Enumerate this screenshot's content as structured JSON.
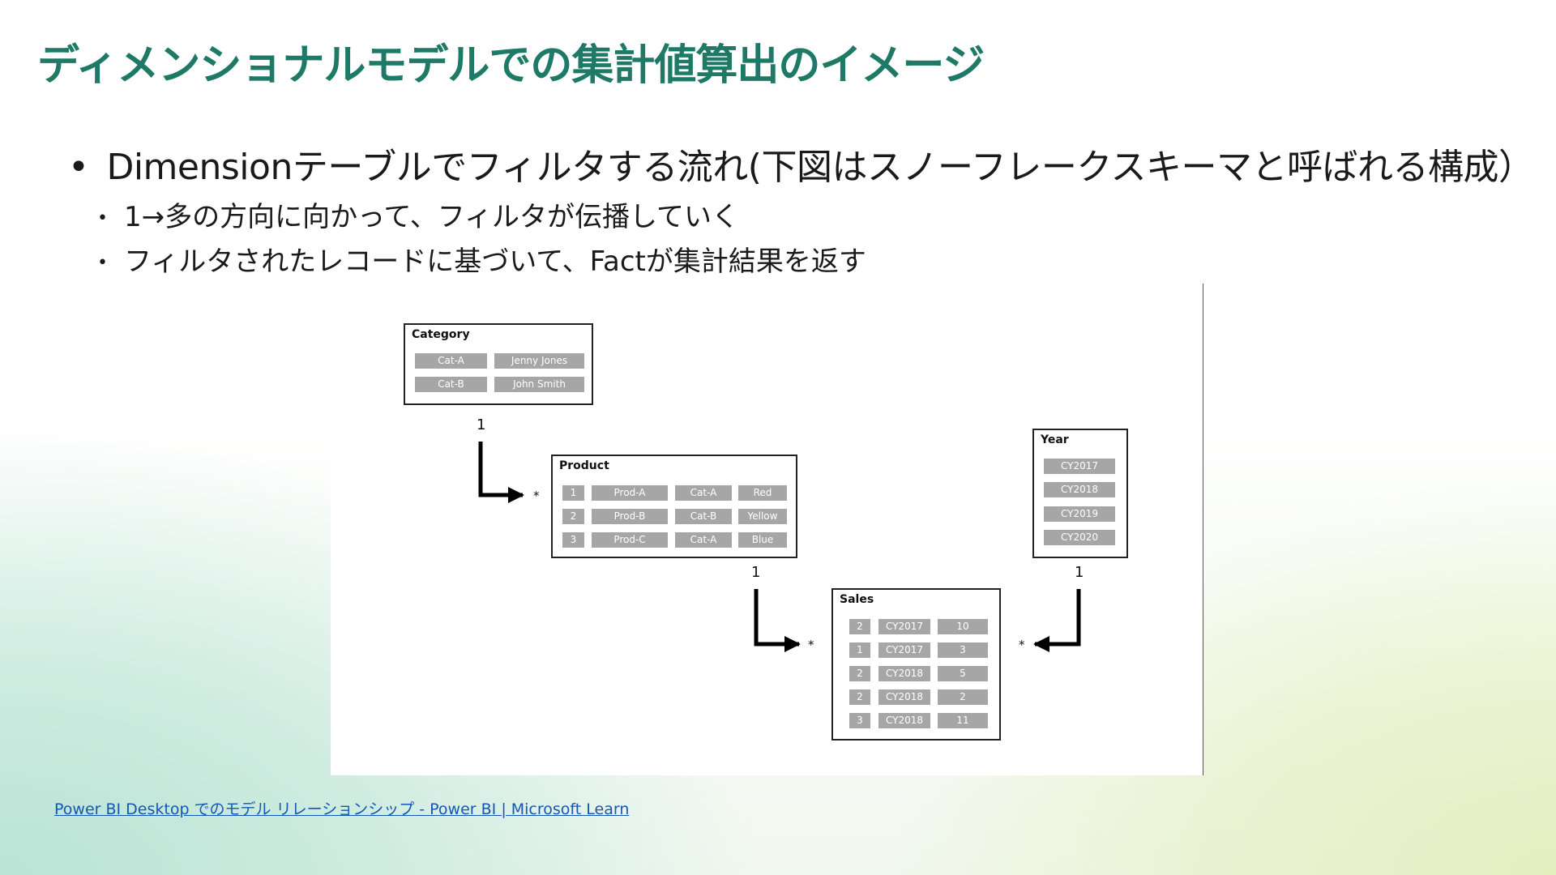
{
  "title": "ディメンショナルモデルでの集計値算出のイメージ",
  "bullets": {
    "main": "Dimensionテーブルでフィルタする流れ(下図はスノーフレークスキーマと呼ばれる構成）",
    "sub1": "1→多の方向に向かって、フィルタが伝播していく",
    "sub2": "フィルタされたレコードに基づいて、Factが集計結果を返す",
    "marker": "•"
  },
  "diagram": {
    "category": {
      "title": "Category",
      "rows": [
        [
          "Cat-A",
          "Jenny Jones"
        ],
        [
          "Cat-B",
          "John Smith"
        ]
      ]
    },
    "product": {
      "title": "Product",
      "rows": [
        [
          "1",
          "Prod-A",
          "Cat-A",
          "Red"
        ],
        [
          "2",
          "Prod-B",
          "Cat-B",
          "Yellow"
        ],
        [
          "3",
          "Prod-C",
          "Cat-A",
          "Blue"
        ]
      ]
    },
    "year": {
      "title": "Year",
      "rows": [
        "CY2017",
        "CY2018",
        "CY2019",
        "CY2020"
      ]
    },
    "sales": {
      "title": "Sales",
      "rows": [
        [
          "2",
          "CY2017",
          "10"
        ],
        [
          "1",
          "CY2017",
          "3"
        ],
        [
          "2",
          "CY2018",
          "5"
        ],
        [
          "2",
          "CY2018",
          "2"
        ],
        [
          "3",
          "CY2018",
          "11"
        ]
      ]
    },
    "relationships": {
      "one": "1",
      "many": "*"
    }
  },
  "link": {
    "text": "Power BI Desktop でのモデル リレーションシップ - Power BI | Microsoft Learn"
  }
}
